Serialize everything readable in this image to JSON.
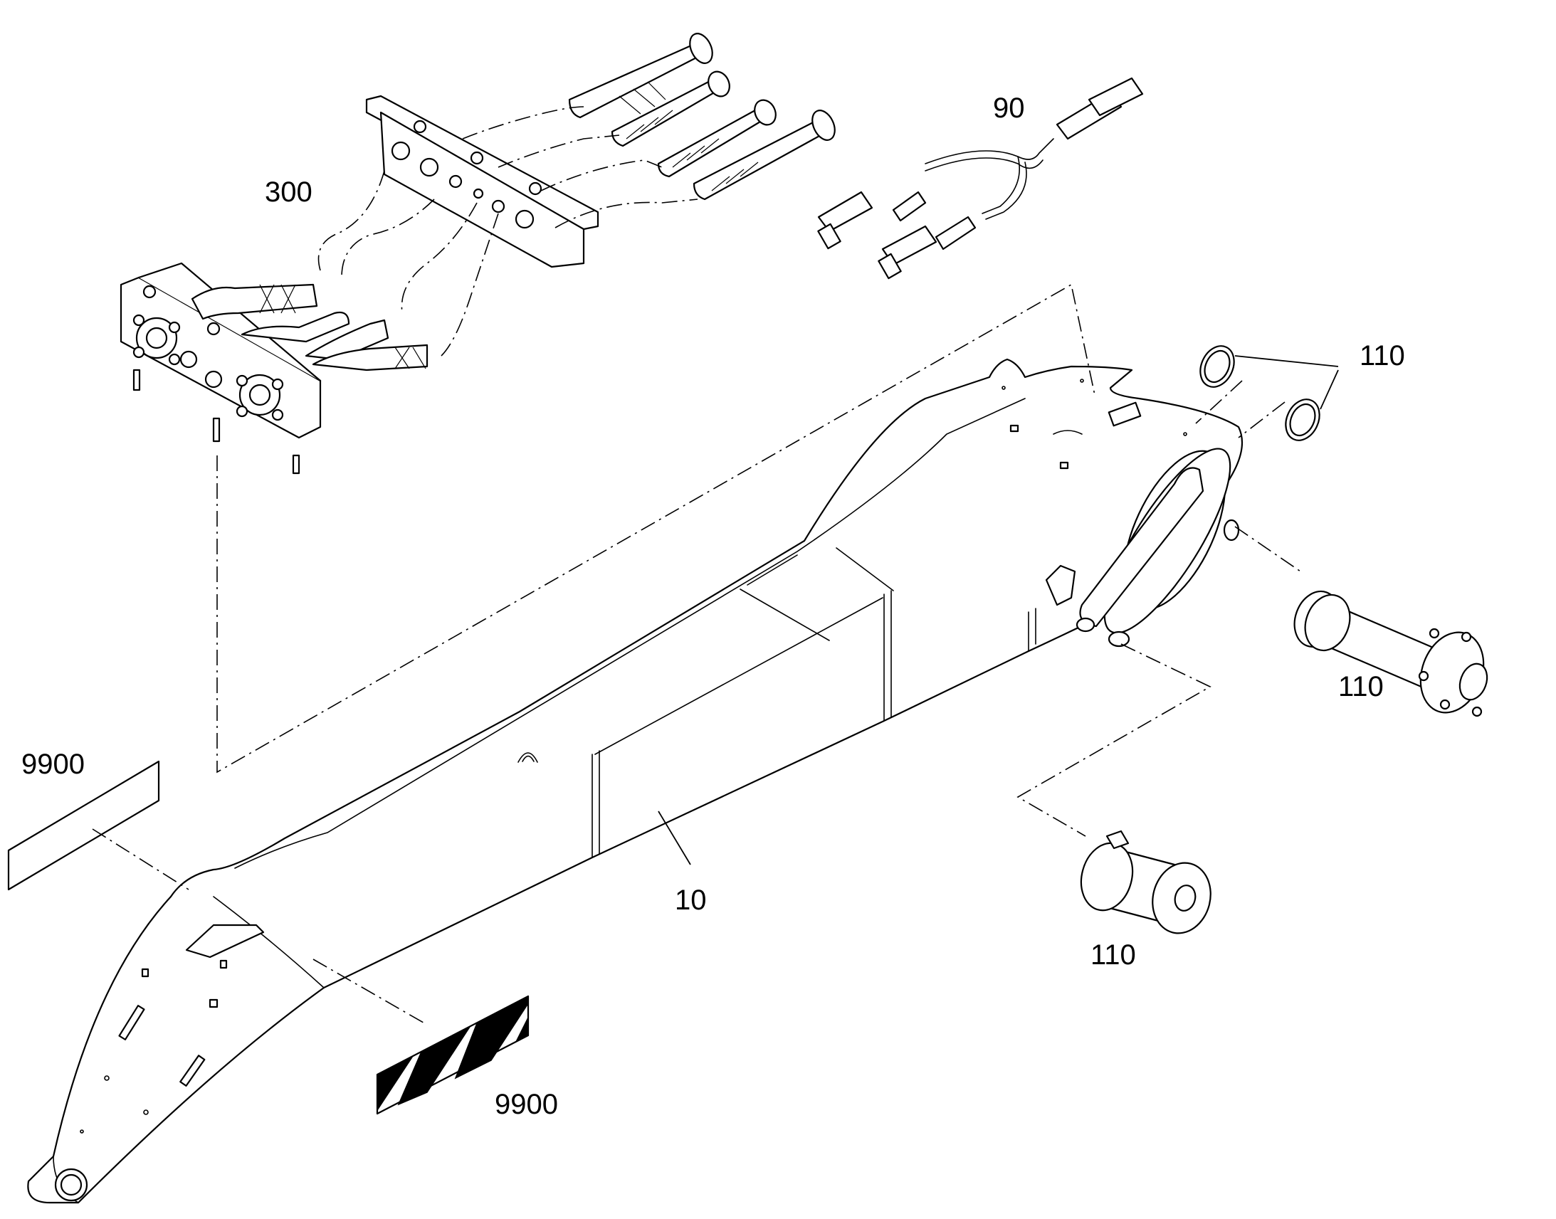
{
  "callouts": {
    "part_300": "300",
    "part_90": "90",
    "part_110_seals": "110",
    "part_110_pin": "110",
    "part_110_bushing": "110",
    "part_10": "10",
    "part_9900_top": "9900",
    "part_9900_bottom": "9900"
  },
  "colors": {
    "line": "#000000",
    "background": "#ffffff"
  }
}
